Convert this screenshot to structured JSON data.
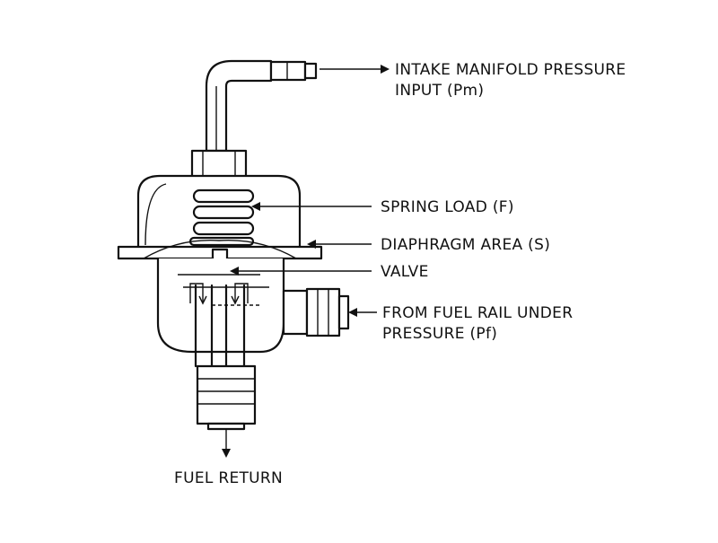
{
  "labels": {
    "intake_line1": "INTAKE MANIFOLD PRESSURE",
    "intake_line2": "INPUT (Pm)",
    "spring": "SPRING LOAD (F)",
    "diaphragm": "DIAPHRAGM AREA (S)",
    "valve": "VALVE",
    "fuel_rail_line1": "FROM FUEL RAIL UNDER",
    "fuel_rail_line2": "PRESSURE (Pf)",
    "fuel_return": "FUEL RETURN"
  }
}
